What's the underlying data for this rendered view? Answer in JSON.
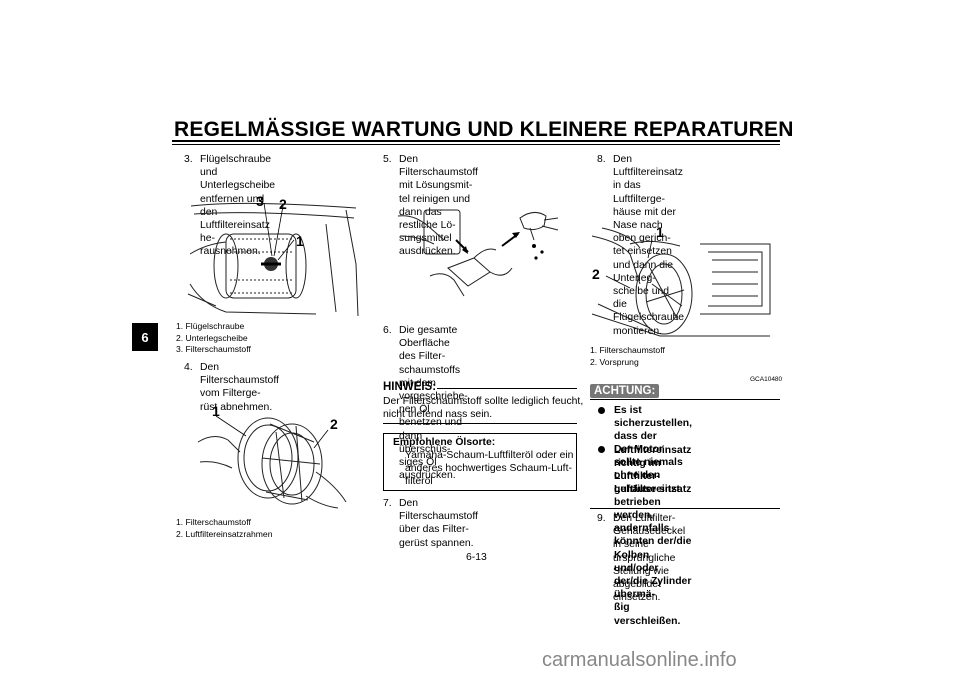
{
  "header": {
    "title": "REGELMÄSSIGE WARTUNG UND KLEINERE REPARATUREN",
    "chapter": "6"
  },
  "col1": {
    "step3": {
      "num": "3.",
      "lines": [
        "Flügelschraube und Unterlegscheibe",
        "entfernen und den Luftfiltereinsatz he-",
        "rausnehmen."
      ]
    },
    "fig1_callouts": [
      "3",
      "2",
      "1"
    ],
    "fig1_captions": [
      "1. Flügelschraube",
      "2. Unterlegscheibe",
      "3. Filterschaumstoff"
    ],
    "step4": {
      "num": "4.",
      "lines": [
        "Den Filterschaumstoff vom Filterge-",
        "rüst abnehmen."
      ]
    },
    "fig2_callouts": [
      "1",
      "2"
    ],
    "fig2_captions": [
      "1. Filterschaumstoff",
      "2. Luftfiltereinsatzrahmen"
    ]
  },
  "col2": {
    "step5": {
      "num": "5.",
      "lines": [
        "Den Filterschaumstoff mit Lösungsmit-",
        "tel reinigen und dann das restliche Lö-",
        "sungsmittel ausdrücken."
      ]
    },
    "step6": {
      "num": "6.",
      "lines": [
        "Die gesamte Oberfläche des Filter-",
        "schaumstoffs mit dem vorgeschriebe-",
        "nen Öl benetzen und dann überschüs-",
        "siges Öl ausdrücken."
      ]
    },
    "hinweis": {
      "title": "HINWEIS:",
      "lines": [
        "Der Filterschaumstoff sollte lediglich feucht,",
        "nicht triefend nass sein."
      ]
    },
    "oil_box": {
      "title": "Empfohlene Ölsorte:",
      "lines": [
        "Yamaha-Schaum-Luftfilteröl oder ein",
        "anderes hochwertiges Schaum-Luft-",
        "filteröl"
      ]
    },
    "step7": {
      "num": "7.",
      "lines": [
        "Den Filterschaumstoff über das Filter-",
        "gerüst spannen."
      ]
    }
  },
  "col3": {
    "step8": {
      "num": "8.",
      "lines": [
        "Den Luftfiltereinsatz in das Luftfilterge-",
        "häuse mit der Nase nach oben gerich-",
        "tet einsetzen und dann die Unterleg-",
        "scheibe und die Flügelschraube",
        "montieren."
      ]
    },
    "fig3_callouts": [
      "1",
      "2"
    ],
    "fig3_captions": [
      "1. Filterschaumstoff",
      "2. Vorsprung"
    ],
    "achtung": {
      "label": "ACHTUNG:",
      "code": "GCA10480"
    },
    "bullets": [
      {
        "lines": [
          "Es ist sicherzustellen, dass der",
          "Luftfiltereinsatz richtig im Luftfilter-",
          "gehäuse sitzt."
        ]
      },
      {
        "lines": [
          "Der Motor sollte niemals ohne den",
          "Luftfiltereinsatz betrieben werden,",
          "andernfalls könnten der/die Kolben",
          "und/oder der/die Zylinder übermä-",
          "ßig verschleißen."
        ]
      }
    ],
    "step9": {
      "num": "9.",
      "lines": [
        "Den Luftfilter-Gehäusedeckel in seine",
        "ursprüngliche Stellung wie abgebildet",
        "einsetzen."
      ]
    }
  },
  "footer": {
    "page": "6-13"
  },
  "watermark": "carmanualsonline.info"
}
